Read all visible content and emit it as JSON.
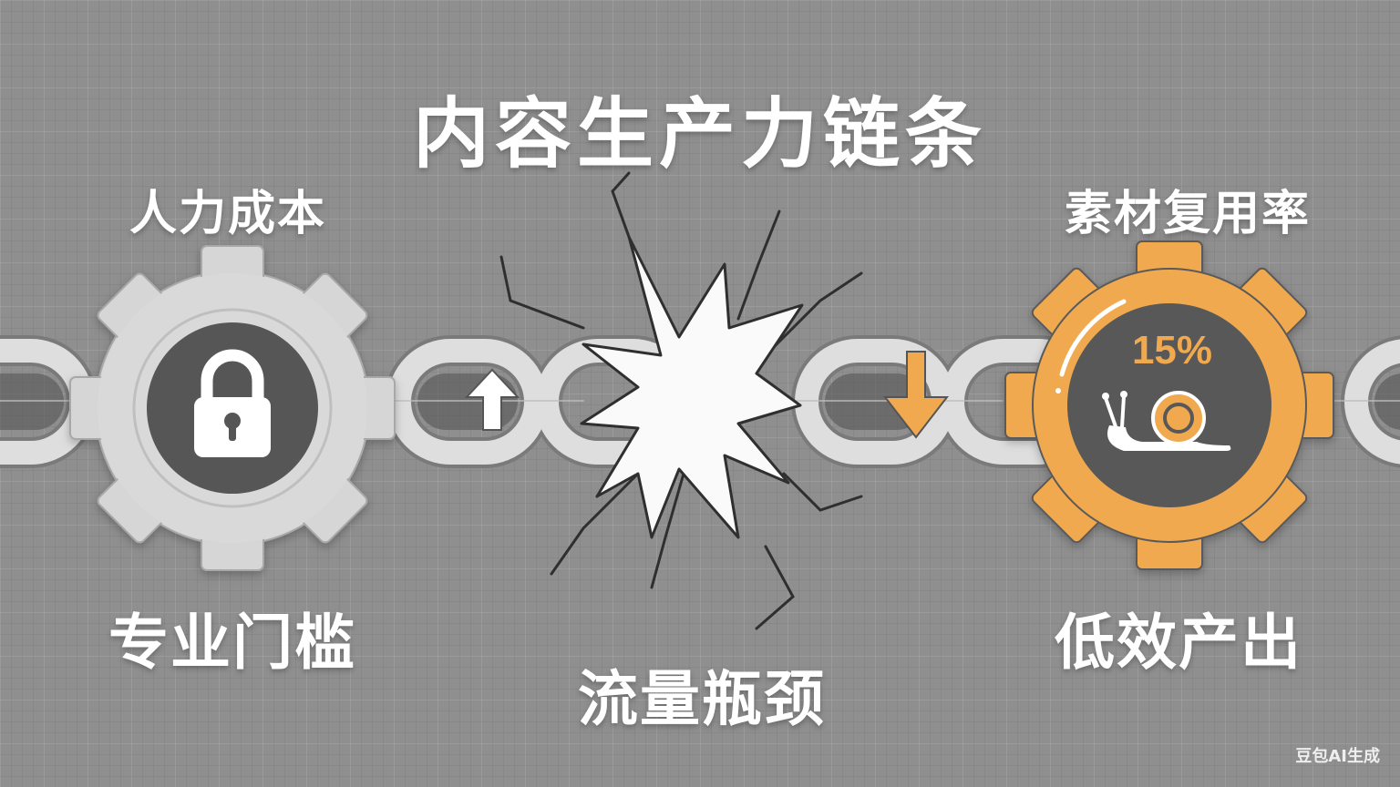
{
  "title": "内容生产力链条",
  "left": {
    "top_label": "人力成本",
    "bottom_label": "专业门槛",
    "icon": "lock-icon"
  },
  "center": {
    "bottom_label": "流量瓶颈",
    "icon": "burst-icon"
  },
  "right": {
    "top_label": "素材复用率",
    "bottom_label": "低效产出",
    "percent": "15%",
    "icon": "snail-icon"
  },
  "arrows": {
    "up": "arrow-up-icon",
    "down": "arrow-down-icon"
  },
  "colors": {
    "background": "#8f8f8f",
    "accent": "#f0a94f",
    "gear_gray": "#d9d9d9",
    "hub_dark": "#555555"
  },
  "watermark": "豆包AI生成"
}
